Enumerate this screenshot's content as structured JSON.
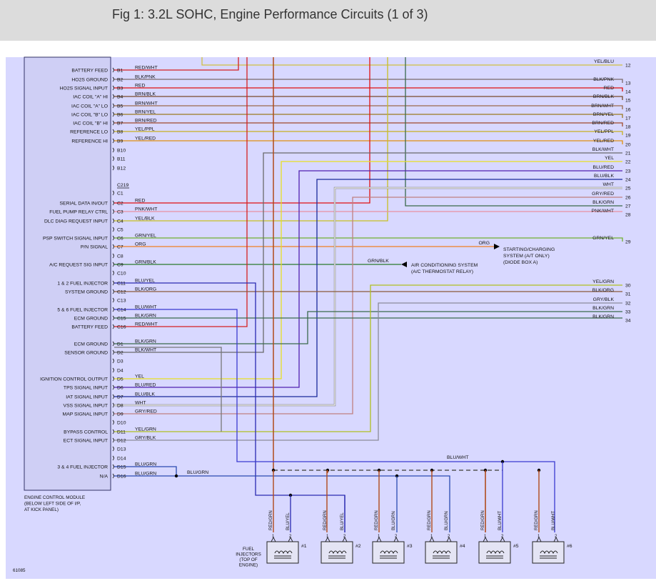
{
  "title": "Fig 1: 3.2L SOHC, Engine Performance Circuits (1 of 3)",
  "diagram_id": "61085",
  "ecm_caption": [
    "ENGINE CONTROL MODULE",
    "(BELOW LEFT SIDE OF I/P,",
    "AT KICK PANEL)"
  ],
  "connector_c219": "C219",
  "injector_label": [
    "FUEL",
    "INJECTORS",
    "(TOP OF",
    "ENGINE)"
  ],
  "pins": [
    {
      "label": "BATTERY FEED",
      "pin": "B1",
      "wire": "RED/WHT",
      "color": "#d42020"
    },
    {
      "label": "HO2S GROUND",
      "pin": "B2",
      "wire": "BLK/PNK",
      "color": "#7a6a6a"
    },
    {
      "label": "HO2S SIGNAL INPUT",
      "pin": "B3",
      "wire": "RED",
      "color": "#e01010"
    },
    {
      "label": "IAC COIL \"A\" HI",
      "pin": "B4",
      "wire": "BRN/BLK",
      "color": "#7a4a2a"
    },
    {
      "label": "IAC COIL \"A\" LO",
      "pin": "B5",
      "wire": "BRN/WHT",
      "color": "#9a6a4a"
    },
    {
      "label": "IAC COIL \"B\" LO",
      "pin": "B6",
      "wire": "BRN/YEL",
      "color": "#9a7a20"
    },
    {
      "label": "IAC COIL \"B\" HI",
      "pin": "B7",
      "wire": "BRN/RED",
      "color": "#a04a2a"
    },
    {
      "label": "REFERENCE LO",
      "pin": "B8",
      "wire": "YEL/PPL",
      "color": "#c8b020"
    },
    {
      "label": "REFERENCE HI",
      "pin": "B9",
      "wire": "YEL/RED",
      "color": "#e09010"
    },
    {
      "label": "",
      "pin": "B10",
      "wire": "",
      "color": ""
    },
    {
      "label": "",
      "pin": "B11",
      "wire": "",
      "color": ""
    },
    {
      "label": "",
      "pin": "B12",
      "wire": "",
      "color": ""
    },
    {
      "label": "",
      "pin": "C1",
      "wire": "",
      "color": ""
    },
    {
      "label": "SERIAL DATA IN/OUT",
      "pin": "C2",
      "wire": "RED",
      "color": "#e01010"
    },
    {
      "label": "FUEL PUMP RELAY CTRL",
      "pin": "C3",
      "wire": "PNK/WHT",
      "color": "#e890a0"
    },
    {
      "label": "DLC DIAG REQUEST INPUT",
      "pin": "C4",
      "wire": "YEL/BLK",
      "color": "#c8c020"
    },
    {
      "label": "",
      "pin": "C5",
      "wire": "",
      "color": ""
    },
    {
      "label": "PSP SWITCH SIGNAL INPUT",
      "pin": "C6",
      "wire": "GRN/YEL",
      "color": "#70b030"
    },
    {
      "label": "P/N SIGNAL",
      "pin": "C7",
      "wire": "ORG",
      "color": "#f08020"
    },
    {
      "label": "",
      "pin": "C8",
      "wire": "",
      "color": ""
    },
    {
      "label": "A/C REQUEST SIG INPUT",
      "pin": "C9",
      "wire": "GRN/BLK",
      "color": "#2a7a2a"
    },
    {
      "label": "",
      "pin": "C10",
      "wire": "",
      "color": ""
    },
    {
      "label": "1 & 2 FUEL INJECTOR",
      "pin": "C11",
      "wire": "BLU/YEL",
      "color": "#2a2ab0"
    },
    {
      "label": "SYSTEM GROUND",
      "pin": "C12",
      "wire": "BLK/ORG",
      "color": "#8a5a3a"
    },
    {
      "label": "",
      "pin": "C13",
      "wire": "",
      "color": ""
    },
    {
      "label": "5 & 6 FUEL INJECTOR",
      "pin": "C14",
      "wire": "BLU/WHT",
      "color": "#3a3ad0"
    },
    {
      "label": "ECM GROUND",
      "pin": "C15",
      "wire": "BLK/GRN",
      "color": "#3a6a4a"
    },
    {
      "label": "BATTERY FEED",
      "pin": "C16",
      "wire": "RED/WHT",
      "color": "#d42020"
    },
    {
      "label": "ECM GROUND",
      "pin": "D1",
      "wire": "BLK/GRN",
      "color": "#3a6a4a"
    },
    {
      "label": "SENSOR GROUND",
      "pin": "D2",
      "wire": "BLK/WHT",
      "color": "#6a6a6a"
    },
    {
      "label": "",
      "pin": "D3",
      "wire": "",
      "color": ""
    },
    {
      "label": "",
      "pin": "D4",
      "wire": "",
      "color": ""
    },
    {
      "label": "IGNITION CONTROL OUTPUT",
      "pin": "D5",
      "wire": "YEL",
      "color": "#e8e020"
    },
    {
      "label": "TPS SIGNAL INPUT",
      "pin": "D6",
      "wire": "BLU/RED",
      "color": "#5020b0"
    },
    {
      "label": "IAT SIGNAL INPUT",
      "pin": "D7",
      "wire": "BLU/BLK",
      "color": "#1a2a9a"
    },
    {
      "label": "VSS SIGNAL INPUT",
      "pin": "D8",
      "wire": "WHT",
      "color": "#ffffff"
    },
    {
      "label": "MAP SIGNAL INPUT",
      "pin": "D9",
      "wire": "GRY/RED",
      "color": "#c08080"
    },
    {
      "label": "",
      "pin": "D10",
      "wire": "",
      "color": ""
    },
    {
      "label": "BYPASS CONTROL",
      "pin": "D11",
      "wire": "YEL/GRN",
      "color": "#b0c020"
    },
    {
      "label": "ECT SIGNAL INPUT",
      "pin": "D12",
      "wire": "GRY/BLK",
      "color": "#8a8a9a"
    },
    {
      "label": "",
      "pin": "D13",
      "wire": "",
      "color": ""
    },
    {
      "label": "",
      "pin": "D14",
      "wire": "",
      "color": ""
    },
    {
      "label": "3 & 4 FUEL INJECTOR",
      "pin": "D15",
      "wire": "BLU/GRN",
      "color": "#2a4ab0"
    },
    {
      "label": "N/A",
      "pin": "D16",
      "wire": "BLU/GRN",
      "color": "#2a4ab0"
    }
  ],
  "right_terminals": [
    {
      "num": "12",
      "wire": "YEL/BLU",
      "color": "#d0c040"
    },
    {
      "num": "13",
      "wire": "BLK/PNK",
      "color": "#7a6a6a"
    },
    {
      "num": "14",
      "wire": "RED",
      "color": "#e01010"
    },
    {
      "num": "15",
      "wire": "BRN/BLK",
      "color": "#7a4a2a"
    },
    {
      "num": "16",
      "wire": "BRN/WHT",
      "color": "#9a6a4a"
    },
    {
      "num": "17",
      "wire": "BRN/YEL",
      "color": "#9a7a20"
    },
    {
      "num": "18",
      "wire": "BRN/RED",
      "color": "#a04a2a"
    },
    {
      "num": "19",
      "wire": "YEL/PPL",
      "color": "#c8b020"
    },
    {
      "num": "20",
      "wire": "YEL/RED",
      "color": "#e09010"
    },
    {
      "num": "21",
      "wire": "BLK/WHT",
      "color": "#6a6a6a"
    },
    {
      "num": "22",
      "wire": "YEL",
      "color": "#e8e020"
    },
    {
      "num": "23",
      "wire": "BLU/RED",
      "color": "#5020b0"
    },
    {
      "num": "24",
      "wire": "BLU/BLK",
      "color": "#1a2a9a"
    },
    {
      "num": "25",
      "wire": "WHT",
      "color": "#ffffff"
    },
    {
      "num": "26",
      "wire": "GRY/RED",
      "color": "#c08080"
    },
    {
      "num": "27",
      "wire": "BLK/GRN",
      "color": "#3a6a4a"
    },
    {
      "num": "28",
      "wire": "PNK/WHT",
      "color": "#e890a0"
    },
    {
      "num": "29",
      "wire": "GRN/YEL",
      "color": "#70b030"
    },
    {
      "num": "30",
      "wire": "YEL/GRN",
      "color": "#b0c020"
    },
    {
      "num": "31",
      "wire": "BLK/ORG",
      "color": "#8a5a3a"
    },
    {
      "num": "32",
      "wire": "GRY/BLK",
      "color": "#8a8a9a"
    },
    {
      "num": "33",
      "wire": "BLK/GRN",
      "color": "#3a6a4a"
    },
    {
      "num": "34",
      "wire": "BLK/GRN",
      "color": "#3a6a4a"
    }
  ],
  "callouts": {
    "org_wire": "ORG",
    "starting": [
      "STARTING/CHARGING",
      "SYSTEM (A/T ONLY)",
      "(DIODE BOX A)"
    ],
    "grn_blk_wire": "GRN/BLK",
    "ac": [
      "AIR CONDITIONING SYSTEM",
      "(A/C THERMOSTAT RELAY)"
    ],
    "blu_wht_bus": "BLU/WHT",
    "blu_grn_bus": "BLU/GRN"
  },
  "injectors": [
    {
      "num": "#1",
      "pin1": "1",
      "pin2": "2",
      "wire1": "RED/GRN",
      "wire2": "BLU/YEL"
    },
    {
      "num": "#2",
      "pin1": "1",
      "pin2": "2",
      "wire1": "RED/GRN",
      "wire2": "BLU/YEL"
    },
    {
      "num": "#3",
      "pin1": "1",
      "pin2": "2",
      "wire1": "RED/GRN",
      "wire2": "BLU/GRN"
    },
    {
      "num": "#4",
      "pin1": "1",
      "pin2": "2",
      "wire1": "RED/GRN",
      "wire2": "BLU/GRN"
    },
    {
      "num": "#5",
      "pin1": "1",
      "pin2": "2",
      "wire1": "RED/GRN",
      "wire2": "BLU/WHT"
    },
    {
      "num": "#6",
      "pin1": "1",
      "pin2": "2",
      "wire1": "RED/GRN",
      "wire2": "BLU/WHT"
    }
  ],
  "colors": {
    "panel_bg": "#d8d8ff",
    "ecm_fill": "#cfcff5",
    "line": "#333366",
    "inj_red_grn": "#b04a1a",
    "bus_gray": "#555555"
  }
}
